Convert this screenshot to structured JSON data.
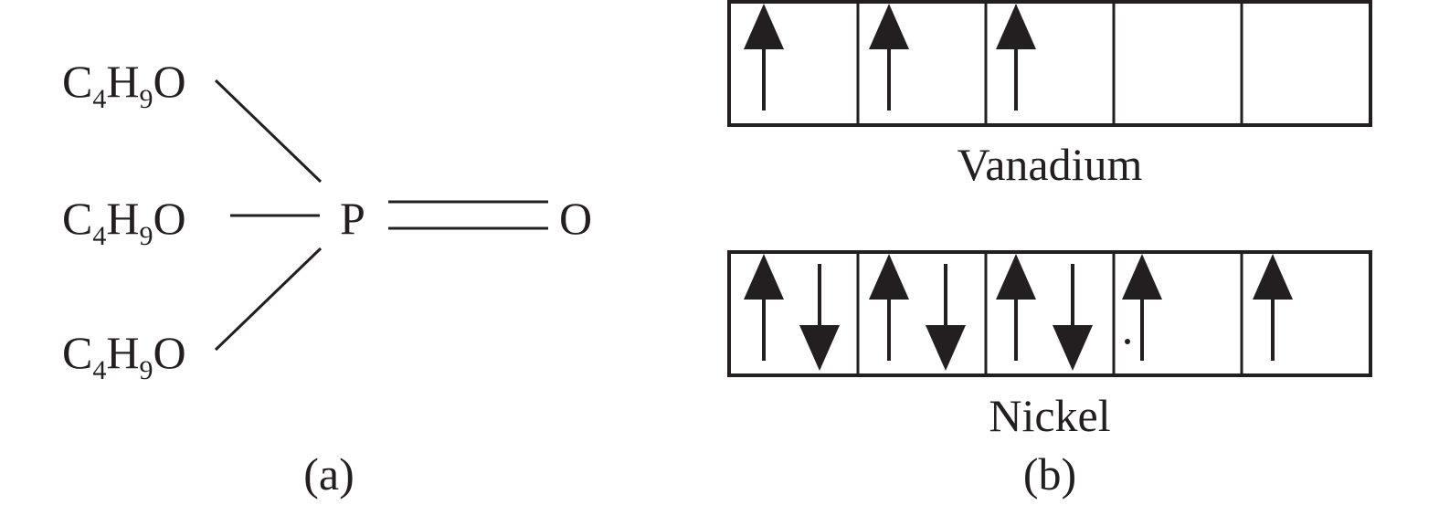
{
  "panel_a": {
    "groups": [
      {
        "main": "C",
        "sub1": "4",
        "mid": "H",
        "sub2": "9",
        "tail": "O"
      },
      {
        "main": "C",
        "sub1": "4",
        "mid": "H",
        "sub2": "9",
        "tail": "O"
      },
      {
        "main": "C",
        "sub1": "4",
        "mid": "H",
        "sub2": "9",
        "tail": "O"
      }
    ],
    "central_atom": "P",
    "double_bonded_atom": "O",
    "caption": "(a)"
  },
  "panel_b": {
    "caption": "(b)",
    "diagrams": [
      {
        "name": "Vanadium",
        "boxes": [
          "up",
          "up",
          "up",
          "empty",
          "empty"
        ]
      },
      {
        "name": "Nickel",
        "boxes": [
          "up-down",
          "up-down",
          "up-down",
          "up",
          "up"
        ]
      }
    ]
  }
}
